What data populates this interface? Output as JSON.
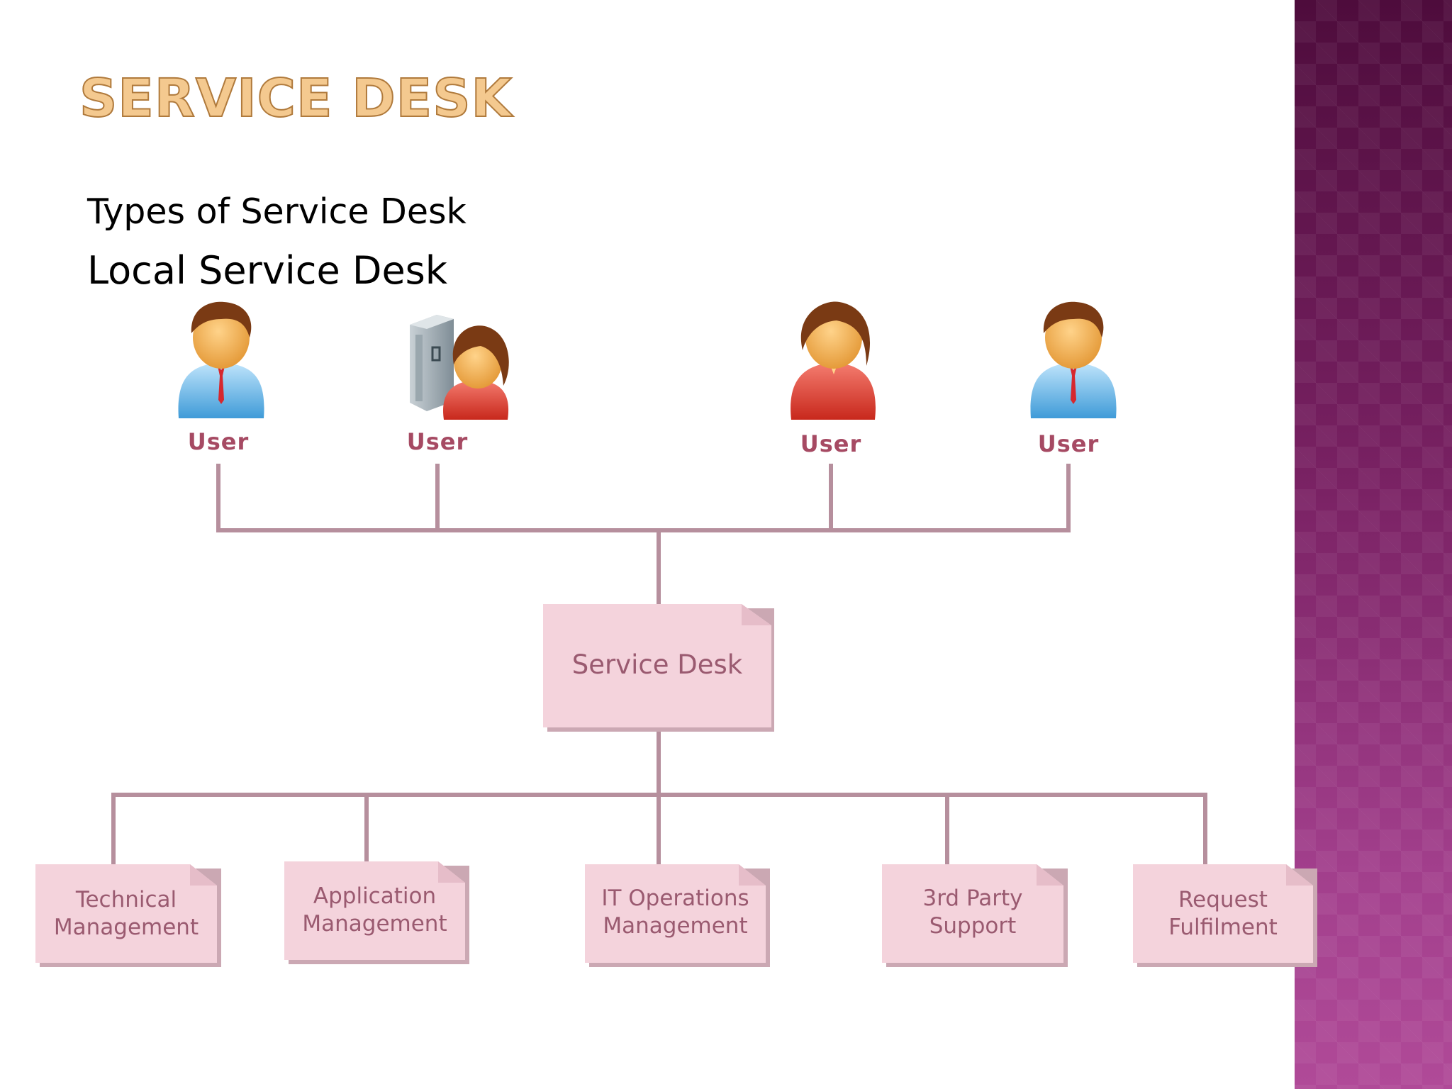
{
  "slide": {
    "title": "SERVICE DESK",
    "subtitle": "Types of Service Desk",
    "subheading": "Local Service Desk"
  },
  "diagram": {
    "users": [
      "User",
      "User",
      "User",
      "User"
    ],
    "center": "Service Desk",
    "groups": [
      {
        "line1": "Technical",
        "line2": "Management"
      },
      {
        "line1": "Application",
        "line2": "Management"
      },
      {
        "line1": "IT Operations",
        "line2": "Management"
      },
      {
        "line1": "3rd Party",
        "line2": "Support"
      },
      {
        "line1": "Request",
        "line2": "Fulfilment"
      }
    ]
  },
  "colors": {
    "connector": "#b68f9d",
    "box_fill": "#f4d3dc",
    "box_text": "#9a5a70",
    "user_label": "#a64a63",
    "title": "#f4c98f"
  },
  "icons": [
    "male-user-icon",
    "female-user-with-server-icon",
    "female-user-icon",
    "male-user-icon"
  ]
}
